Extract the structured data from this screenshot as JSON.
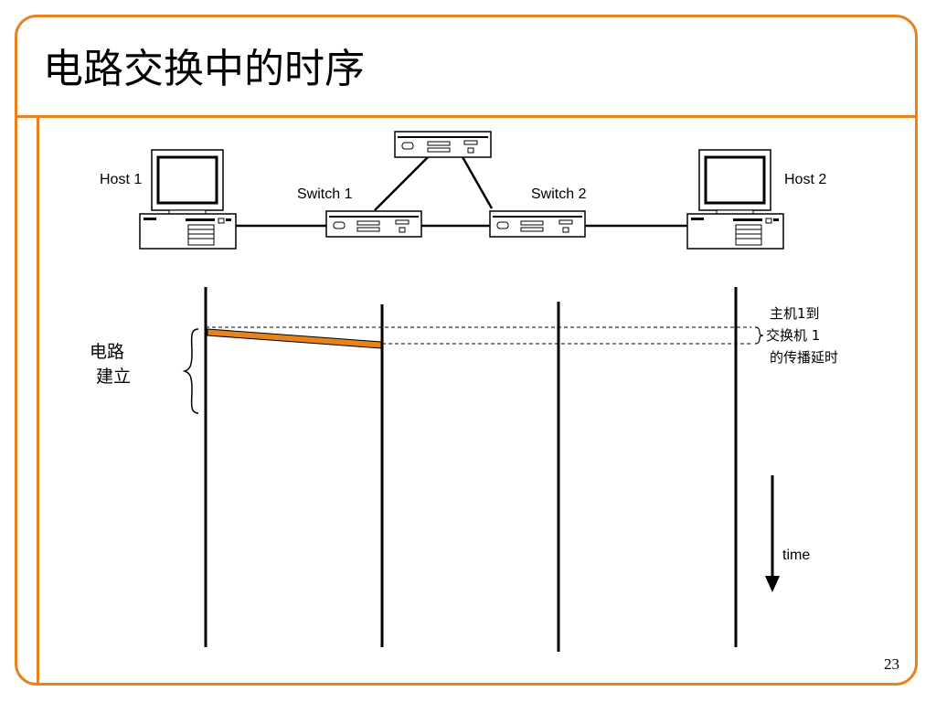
{
  "title": "电路交换中的时序",
  "labels": {
    "host1": "Host 1",
    "host2": "Host 2",
    "switch1": "Switch 1",
    "switch2": "Switch 2",
    "circuit_setup_line1": "电路",
    "circuit_setup_line2": "建立",
    "prop_delay_line1": "主机1到",
    "prop_delay_line2": "交换机 1",
    "prop_delay_line3": "的传播延时",
    "time": "time"
  },
  "page_number": "23",
  "colors": {
    "accent": "#E8821E",
    "line": "#000000"
  }
}
